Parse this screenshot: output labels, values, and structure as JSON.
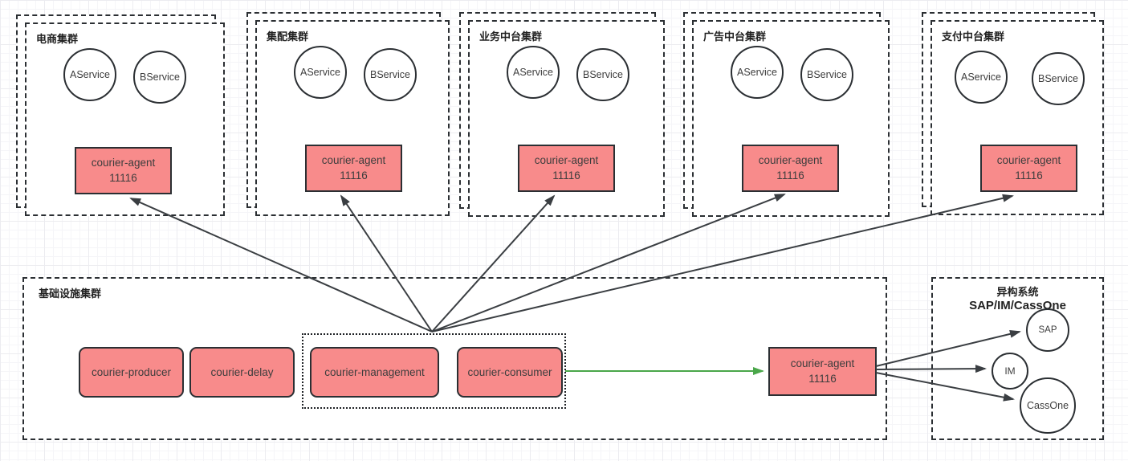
{
  "clusters": [
    {
      "title": "电商集群",
      "services": [
        "AService",
        "BService"
      ],
      "agent": {
        "name": "courier-agent",
        "port": "11116"
      }
    },
    {
      "title": "集配集群",
      "services": [
        "AService",
        "BService"
      ],
      "agent": {
        "name": "courier-agent",
        "port": "11116"
      }
    },
    {
      "title": "业务中台集群",
      "services": [
        "AService",
        "BService"
      ],
      "agent": {
        "name": "courier-agent",
        "port": "11116"
      }
    },
    {
      "title": "广告中台集群",
      "services": [
        "AService",
        "BService"
      ],
      "agent": {
        "name": "courier-agent",
        "port": "11116"
      }
    },
    {
      "title": "支付中台集群",
      "services": [
        "AService",
        "BService"
      ],
      "agent": {
        "name": "courier-agent",
        "port": "11116"
      }
    }
  ],
  "infrastructure": {
    "title": "基础设施集群",
    "nodes": [
      "courier-producer",
      "courier-delay",
      "courier-management",
      "courier-consumer"
    ],
    "agent": {
      "name": "courier-agent",
      "port": "11116"
    }
  },
  "heterogeneous": {
    "title": "异构系统",
    "subtitle": "SAP/IM/CassOne",
    "systems": [
      "SAP",
      "IM",
      "CassOne"
    ]
  },
  "connections": [
    {
      "from": "courier-management/courier-consumer group",
      "to": "电商集群 courier-agent 11116",
      "style": "dark-arrow"
    },
    {
      "from": "courier-management/courier-consumer group",
      "to": "集配集群 courier-agent 11116",
      "style": "dark-arrow"
    },
    {
      "from": "courier-management/courier-consumer group",
      "to": "业务中台集群 courier-agent 11116",
      "style": "dark-arrow"
    },
    {
      "from": "courier-management/courier-consumer group",
      "to": "广告中台集群 courier-agent 11116",
      "style": "dark-arrow"
    },
    {
      "from": "courier-management/courier-consumer group",
      "to": "支付中台集群 courier-agent 11116",
      "style": "dark-arrow"
    },
    {
      "from": "courier-consumer",
      "to": "基础设施集群 courier-agent 11116",
      "style": "green-arrow"
    },
    {
      "from": "基础设施集群 courier-agent 11116",
      "to": "SAP",
      "style": "dark-arrow"
    },
    {
      "from": "基础设施集群 courier-agent 11116",
      "to": "IM",
      "style": "dark-arrow"
    },
    {
      "from": "基础设施集群 courier-agent 11116",
      "to": "CassOne",
      "style": "dark-arrow"
    }
  ],
  "colors": {
    "node_fill": "#f88b8b",
    "stroke": "#2b2f33",
    "arrow": "#3a3e42",
    "green_arrow": "#4aa74a",
    "text": "#3d3d3d"
  }
}
